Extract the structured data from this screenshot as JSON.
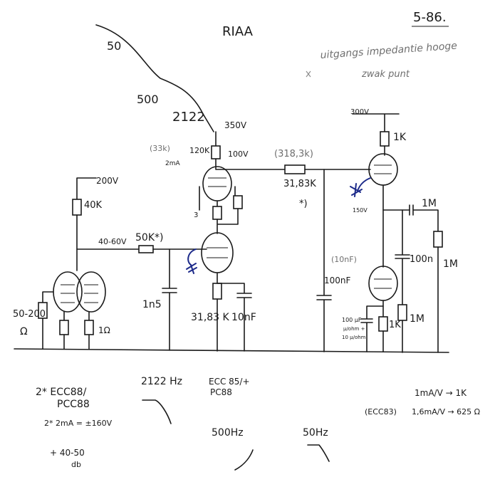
{
  "header": {
    "date": "5-86.",
    "title": "RIAA"
  },
  "note": {
    "line1": "uitgangs impedantie hooge",
    "line2": "zwak punt"
  },
  "curve_labels": {
    "top": "50",
    "mid": "500",
    "break": "2122"
  },
  "supply": {
    "left": "200V",
    "middle": "350V",
    "middle_low": "100V",
    "right": "300V"
  },
  "components": {
    "r_plate_left": "40K",
    "node_voltage": "40-60V",
    "r_50k": "50K*)",
    "r_120k": "120K",
    "r_120k_alt": "(33k)",
    "current_2ma": "2mA",
    "r_3183k": "31,83K",
    "r_3183k_alt": "(318,3k)",
    "star": "*)",
    "r_1k_top": "1K",
    "cap_1m": "1M",
    "r_1m_right": "1M",
    "cap_100n": "100n",
    "r_1m_bottom": "1M",
    "r_1k_bottom": "1K",
    "cap_1n5": "1n5",
    "r_3183k_low": "31,83 K",
    "cap_10nf": "10nF",
    "cap_100nf": "100nF",
    "cap_100nf_alt": "(10nF)",
    "cathode_cap": "100 μF",
    "cathode_cap_b": "μ/ohm +",
    "cathode_cap_c": "10 μ/ohm",
    "r_input": "50-200",
    "ohm": "Ω",
    "r_1ohm": "1Ω",
    "small_3": "3",
    "small_150": "150V"
  },
  "notes_bottom": {
    "tubes_a": "2* ECC88/",
    "tubes_b": "PCC88",
    "current": "2* 2mA = ±160V",
    "gain_a": "+ 40-50",
    "gain_b": "db",
    "freq_2122": "2122 Hz",
    "ecc85_a": "ECC 85/+",
    "ecc85_b": "PC88",
    "freq_500": "500Hz",
    "freq_50": "50Hz",
    "calc_1": "1mA/V → 1K",
    "calc_2a": "(ECC83)",
    "calc_2b": "1,6mA/V → 625 Ω"
  },
  "colors": {
    "ink": "#1a1a1a",
    "pencil": "#6f6f6f",
    "blue_ink": "#1d2b8a"
  }
}
